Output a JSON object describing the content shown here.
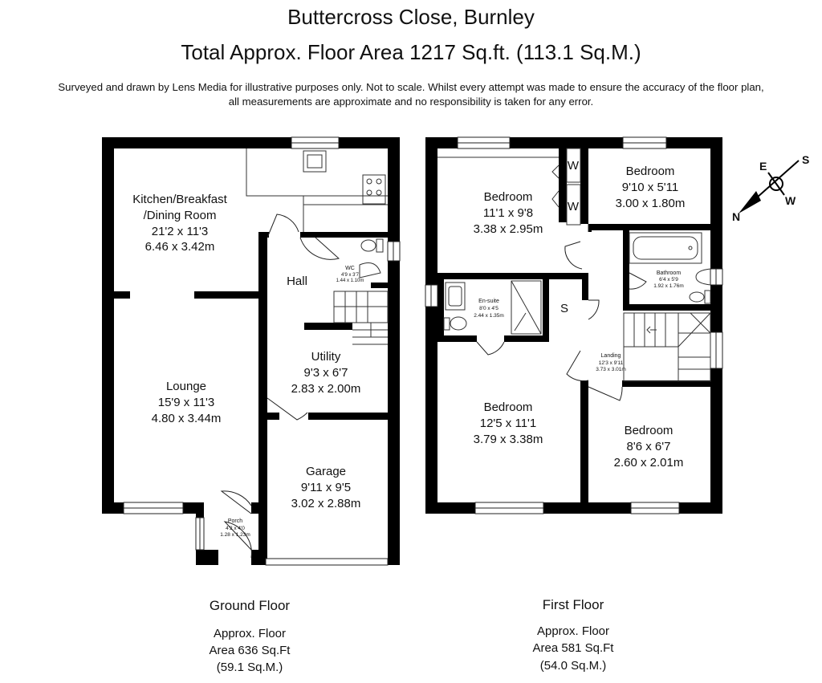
{
  "header": {
    "title": "Buttercross Close, Burnley",
    "area": "Total Approx. Floor Area 1217 Sq.ft. (113.1 Sq.M.)",
    "disclaimer_line1": "Surveyed and drawn by Lens Media for illustrative purposes only. Not to scale. Whilst every attempt was made to ensure the accuracy of the floor plan,",
    "disclaimer_line2": "all measurements are approximate and no responsibility is taken for any error."
  },
  "ground_floor": {
    "label": "Ground Floor",
    "area_line1": "Approx. Floor",
    "area_line2": "Area 636 Sq.Ft",
    "area_line3": "(59.1 Sq.M.)",
    "rooms": {
      "kitchen": {
        "name1": "Kitchen/Breakfast",
        "name2": "/Dining Room",
        "imperial": "21'2 x 11'3",
        "metric": "6.46 x 3.42m"
      },
      "wc": {
        "name": "WC",
        "imperial": "4'9 x 3'7",
        "metric": "1.44 x 1.10m"
      },
      "hall": {
        "name": "Hall"
      },
      "utility": {
        "name": "Utility",
        "imperial": "9'3 x 6'7",
        "metric": "2.83 x 2.00m"
      },
      "lounge": {
        "name": "Lounge",
        "imperial": "15'9 x 11'3",
        "metric": "4.80 x 3.44m"
      },
      "garage": {
        "name": "Garage",
        "imperial": "9'11 x 9'5",
        "metric": "3.02 x 2.88m"
      },
      "porch": {
        "name": "Porch",
        "imperial": "4'2 x 4'0",
        "metric": "1.28 x 1.23m"
      }
    }
  },
  "first_floor": {
    "label": "First Floor",
    "area_line1": "Approx. Floor",
    "area_line2": "Area 581 Sq.Ft",
    "area_line3": "(54.0 Sq.M.)",
    "rooms": {
      "bed1": {
        "name": "Bedroom",
        "imperial": "11'1 x 9'8",
        "metric": "3.38 x 2.95m"
      },
      "bed2": {
        "name": "Bedroom",
        "imperial": "9'10 x 5'11",
        "metric": "3.00 x 1.80m"
      },
      "wardrobe1": {
        "name": "W"
      },
      "wardrobe2": {
        "name": "W"
      },
      "bathroom": {
        "name": "Bathroom",
        "imperial": "6'4 x 5'9",
        "metric": "1.92 x 1.76m"
      },
      "ensuite": {
        "name": "En-suite",
        "imperial": "8'0 x 4'5",
        "metric": "2.44 x 1.35m"
      },
      "store": {
        "name": "S"
      },
      "landing": {
        "name": "Landing",
        "imperial": "12'3 x 9'11",
        "metric": "3.73 x 3.01m"
      },
      "bed3": {
        "name": "Bedroom",
        "imperial": "12'5 x 11'1",
        "metric": "3.79 x 3.38m"
      },
      "bed4": {
        "name": "Bedroom",
        "imperial": "8'6 x 6'7",
        "metric": "2.60 x 2.01m"
      }
    }
  },
  "compass": {
    "n": "N",
    "e": "E",
    "s": "S",
    "w": "W",
    "icon": "compass-icon"
  },
  "colors": {
    "wall": "#000000",
    "line": "#222222",
    "background": "#ffffff"
  }
}
